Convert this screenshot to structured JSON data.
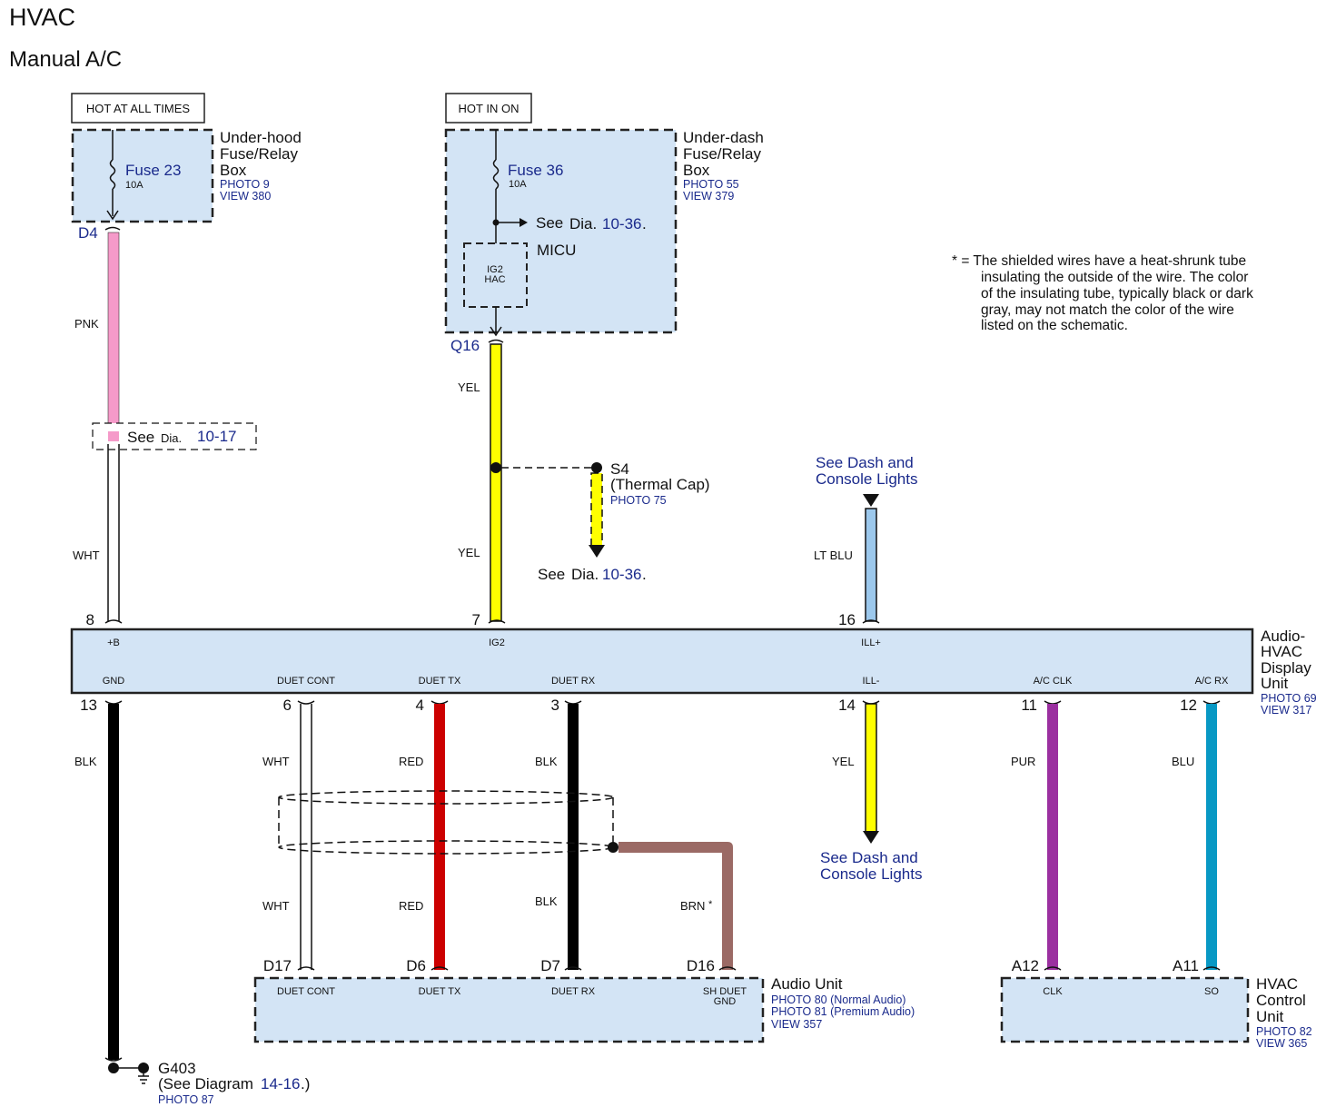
{
  "title": "HVAC",
  "subtitle": "Manual A/C",
  "header_left": "HOT AT ALL TIMES",
  "header_mid": "HOT IN ON",
  "underhood": {
    "name_lines": [
      "Under-hood",
      "Fuse/Relay",
      "Box"
    ],
    "photo": "PHOTO 9",
    "view": "VIEW 380",
    "fuse": "Fuse 23",
    "amps": "10A",
    "connector": "D4"
  },
  "underdash": {
    "name_lines": [
      "Under-dash",
      "Fuse/Relay",
      "Box"
    ],
    "photo": "PHOTO 55",
    "view": "VIEW 379",
    "fuse": "Fuse 36",
    "amps": "10A",
    "see_prefix": "See",
    "see_dia": "Dia.",
    "see_ref": "10-36",
    "dot": ".",
    "micu": "MICU",
    "relay_lines": [
      "IG2",
      "HAC"
    ],
    "connector": "Q16"
  },
  "note_lines": [
    "* = The shielded wires have a heat-shrunk tube",
    "insulating the outside of the wire. The color",
    "of the insulating tube, typically black or dark",
    "gray, may not match the color of the wire",
    "listed on the schematic."
  ],
  "wires": {
    "pnk": "PNK",
    "wht_top": "WHT",
    "see1017_prefix": "See",
    "see1017_dia": "Dia.",
    "see1017_ref": "10-17",
    "yel1": "YEL",
    "yel2": "YEL",
    "ltblu": "LT BLU",
    "blk_gnd": "BLK",
    "wht1": "WHT",
    "red1": "RED",
    "blk1": "BLK",
    "yel3": "YEL",
    "pur": "PUR",
    "blu": "BLU",
    "wht2": "WHT",
    "red2": "RED",
    "blk2": "BLK",
    "brn": "BRN",
    "brn_star": "*"
  },
  "s4": {
    "name": "S4",
    "desc": "(Thermal Cap)",
    "photo": "PHOTO 75",
    "see_prefix": "See",
    "see_dia": "Dia.",
    "see_ref": "10-36",
    "dot": "."
  },
  "dash_top_lines": [
    "See Dash and",
    "Console Lights"
  ],
  "dash_bottom_lines": [
    "See Dash and",
    "Console Lights"
  ],
  "display_unit": {
    "name_lines": [
      "Audio-",
      "HVAC",
      "Display",
      "Unit"
    ],
    "photo": "PHOTO 69",
    "view": "VIEW 317",
    "top_pins": [
      {
        "num": "8",
        "label": "+B"
      },
      {
        "num": "7",
        "label": "IG2"
      },
      {
        "num": "16",
        "label": "ILL+"
      }
    ],
    "bottom_pins": [
      {
        "num": "13",
        "label": "GND"
      },
      {
        "num": "6",
        "label": "DUET CONT"
      },
      {
        "num": "4",
        "label": "DUET TX"
      },
      {
        "num": "3",
        "label": "DUET RX"
      },
      {
        "num": "14",
        "label": "ILL-"
      },
      {
        "num": "11",
        "label": "A/C CLK"
      },
      {
        "num": "12",
        "label": "A/C RX"
      }
    ]
  },
  "audio_unit": {
    "name": "Audio Unit",
    "photo1": "PHOTO 80 (Normal Audio)",
    "photo2": "PHOTO 81 (Premium Audio)",
    "view": "VIEW 357",
    "pins": [
      {
        "num": "D17",
        "label": "DUET CONT"
      },
      {
        "num": "D6",
        "label": "DUET TX"
      },
      {
        "num": "D7",
        "label": "DUET RX"
      },
      {
        "num": "D16",
        "label_lines": [
          "SH DUET",
          "GND"
        ]
      }
    ]
  },
  "hvac_unit": {
    "name_lines": [
      "HVAC",
      "Control",
      "Unit"
    ],
    "photo": "PHOTO 82",
    "view": "VIEW 365",
    "pins": [
      {
        "num": "A12",
        "label": "CLK"
      },
      {
        "num": "A11",
        "label": "SO"
      }
    ]
  },
  "ground": {
    "name": "G403",
    "see_prefix": "(See Diagram",
    "see_ref": "14-16",
    "see_suffix": ".)",
    "photo": "PHOTO 87"
  },
  "colors": {
    "pnk": "#f59ac9",
    "yel": "#ffff00",
    "ltblu": "#9cc8ec",
    "blk": "#000000",
    "red": "#cc0000",
    "pur": "#9b30a0",
    "blu": "#0898c4",
    "brn": "#9b6a65",
    "box_fill": "#d3e4f5",
    "ref_blue": "#1a2a8c"
  }
}
